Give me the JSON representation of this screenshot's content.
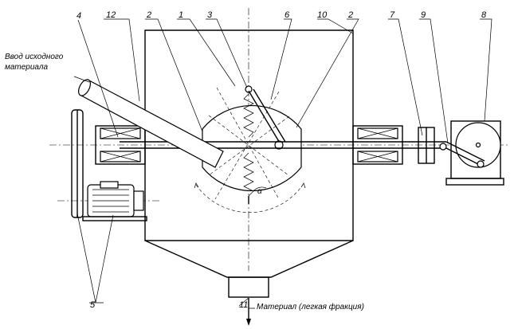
{
  "diagram": {
    "callouts": {
      "c1": "1",
      "c2a": "2",
      "c2b": "2",
      "c3": "3",
      "c4": "4",
      "c5": "5",
      "c6": "6",
      "c7": "7",
      "c8": "8",
      "c9": "9",
      "c10": "10",
      "c11": "11",
      "c12": "12"
    },
    "input_label_line1": "Ввод исходного",
    "input_label_line2": "материала",
    "output_label": "Материал (легкая фракция)",
    "angle_symbol": "α"
  }
}
